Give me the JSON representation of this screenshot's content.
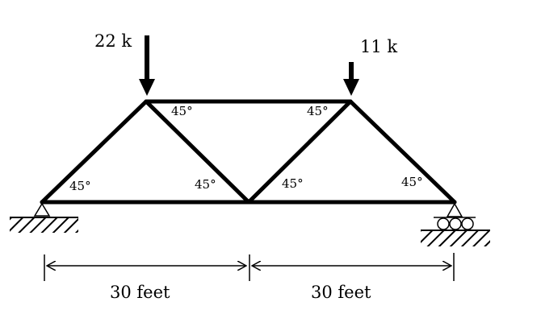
{
  "loads": [
    {
      "id": "left",
      "label": "22 k"
    },
    {
      "id": "right",
      "label": "11 k"
    }
  ],
  "angles": {
    "top_left_joint": "45°",
    "top_right_joint": "45°",
    "left_support": "45°",
    "bottom_mid_left": "45°",
    "bottom_mid_right": "45°",
    "right_support": "45°"
  },
  "dimensions": [
    {
      "id": "left-span",
      "label": "30 feet"
    },
    {
      "id": "right-span",
      "label": "30 feet"
    }
  ],
  "colors": {
    "line": "#000000",
    "background": "#ffffff"
  }
}
